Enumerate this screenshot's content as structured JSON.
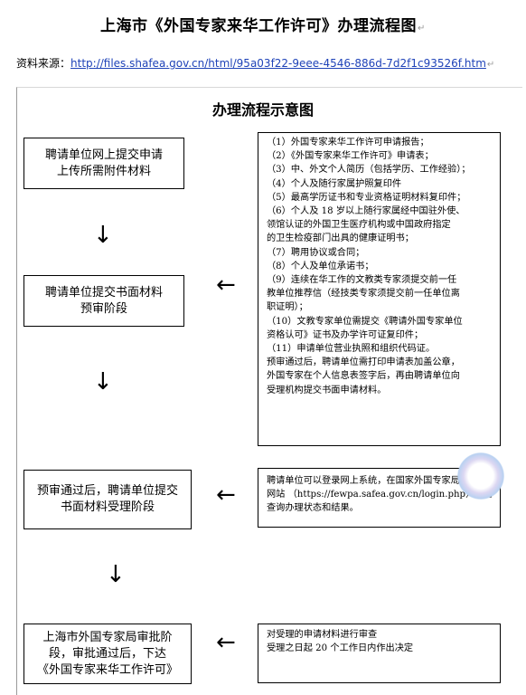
{
  "header": {
    "title": "上海市《外国专家来华工作许可》办理流程图",
    "source_label": "资料来源：",
    "source_url": "http://files.shafea.gov.cn/html/95a03f22-9eee-4546-886d-7d2f1c93526f.htm",
    "para_mark": "↵"
  },
  "flow": {
    "title": "办理流程示意图",
    "steps": [
      {
        "lines": [
          "聘请单位网上提交申请",
          "上传所需附件材料"
        ]
      },
      {
        "lines": [
          "聘请单位提交书面材料",
          "预审阶段"
        ]
      },
      {
        "lines": [
          "预审通过后，聘请单位提交",
          "书面材料受理阶段"
        ]
      },
      {
        "lines": [
          "上海市外国专家局审批阶",
          "段，审批通过后，下达",
          "《外国专家来华工作许可》"
        ]
      }
    ],
    "details": [
      {
        "lines": [
          "（1）外国专家来华工作许可申请报告；",
          "（2）《外国专家来华工作许可》申请表；",
          "（3）中、外文个人简历（包括学历、工作经验）；",
          "（4）个人及随行家属护照复印件",
          "（5）最高学历证书和专业资格证明材料复印件；",
          "（6）个人及 18 岁以上随行家属经中国驻外使、",
          "领馆认证的外国卫生医疗机构或中国政府指定",
          "的卫生检疫部门出具的健康证明书；",
          "（7）聘用协议或合同；",
          "（8）个人及单位承诺书；",
          "（9）连续在华工作的文教类专家须提交前一任",
          "教单位推荐信（经技类专家须提交前一任单位离",
          "职证明）；",
          "（10）文教专家单位需提交《聘请外国专家单位",
          "资格认可》证书及办学许可证复印件；",
          "（11）申请单位营业执照和组织代码证。",
          "预审通过后，聘请单位需打印申请表加盖公章，",
          "外国专家在个人信息表签字后，再由聘请单位向",
          "受理机构提交书面申请材料。"
        ]
      },
      {
        "lines": [
          "聘请单位可以登录网上系统，在国家外国专家局",
          "网站 （https://fewpa.safea.gov.cn/login.php）实时",
          "查询办理状态和结果。"
        ]
      },
      {
        "lines": [
          "对受理的申请材料进行审查",
          "受理之日起 20 个工作日内作出决定"
        ]
      }
    ],
    "arrow_down": "↓",
    "arrow_left": "←"
  }
}
